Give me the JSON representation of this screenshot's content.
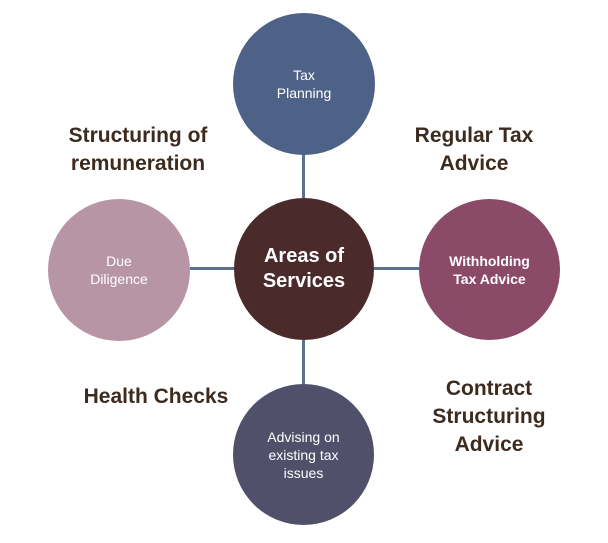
{
  "colors": {
    "connector": "#5a7290",
    "tax_planning": "#4e6287",
    "withholding": "#8a4a68",
    "advising": "#50506a",
    "due_diligence": "#b895a5",
    "center": "#4a2a2b",
    "callout_text": "#3d2b1f"
  },
  "center": {
    "label": "Areas of\nServices"
  },
  "nodes": {
    "tax_planning": "Tax\nPlanning",
    "withholding": "Withholding\nTax Advice",
    "advising": "Advising on\nexisting tax\nissues",
    "due_diligence": "Due\nDiligence"
  },
  "callouts": {
    "structuring_remuneration": "Structuring of\nremuneration",
    "regular_tax_advice": "Regular Tax\nAdvice",
    "health_checks": "Health Checks",
    "contract_structuring": "Contract\nStructuring\nAdvice"
  }
}
